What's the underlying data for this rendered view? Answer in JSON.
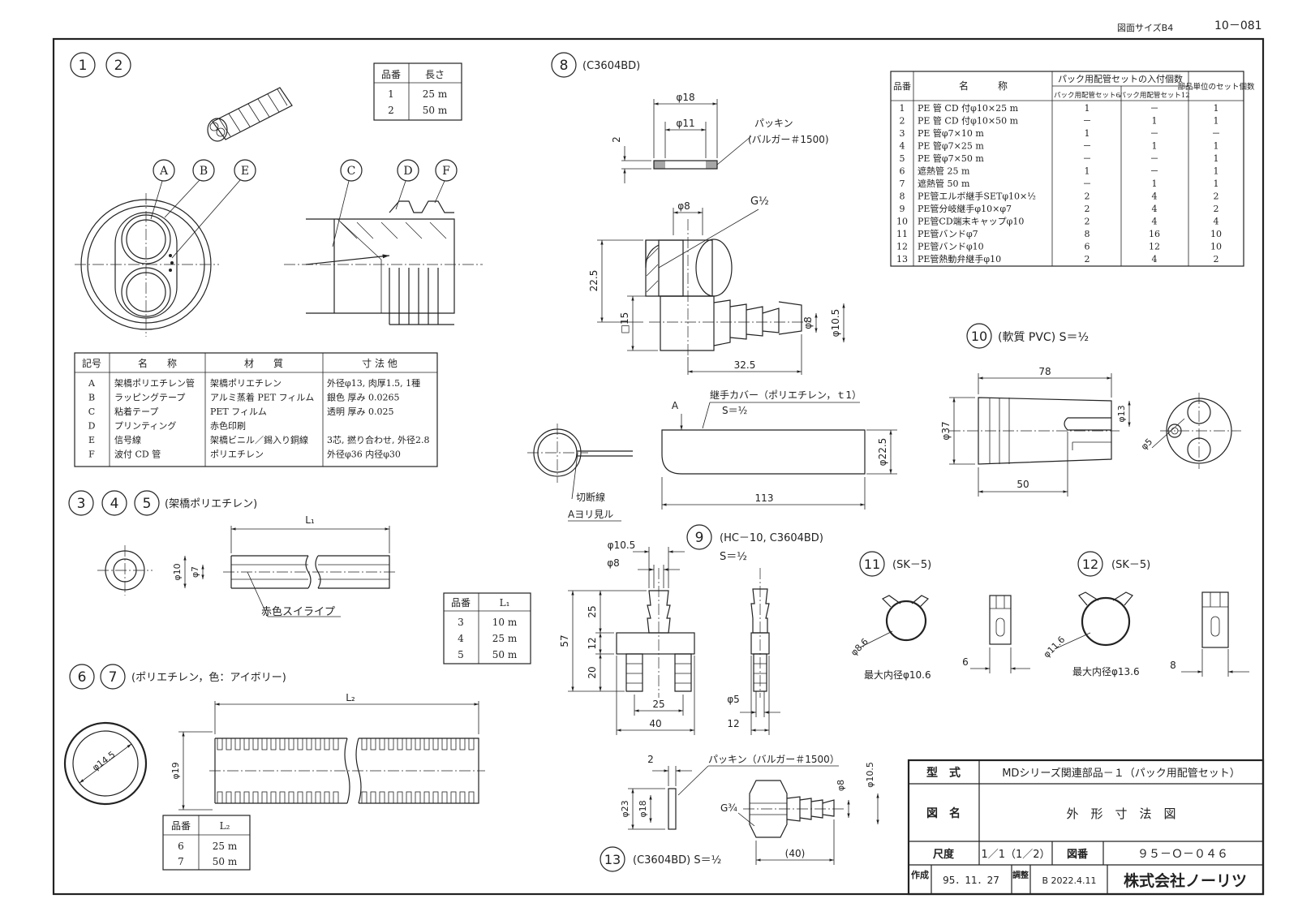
{
  "header": {
    "drawing_size": "図面サイズB4",
    "code": "10－081"
  },
  "parts": {
    "p1": {
      "num": "1"
    },
    "p2": {
      "num": "2"
    },
    "p3": {
      "num": "3"
    },
    "p4": {
      "num": "4"
    },
    "p5": {
      "num": "5",
      "note": "(架橋ポリエチレン)"
    },
    "p6": {
      "num": "6"
    },
    "p7": {
      "num": "7",
      "note": "(ポリエチレン，色：アイボリー)"
    },
    "p8": {
      "num": "8",
      "note": "(C3604BD)"
    },
    "p9": {
      "num": "9",
      "note": "(HC－10, C3604BD)",
      "scale": "S＝½"
    },
    "p10": {
      "num": "10",
      "note": "(軟質 PVC)  S＝½"
    },
    "p11": {
      "num": "11",
      "note": "(SK－5)"
    },
    "p12": {
      "num": "12",
      "note": "(SK－5)"
    },
    "p13": {
      "num": "13",
      "note": "(C3604BD)  S＝½"
    }
  },
  "callouts": {
    "A": "A",
    "B": "B",
    "C": "C",
    "D": "D",
    "E": "E",
    "F": "F"
  },
  "length_table_12": {
    "headers": [
      "品番",
      "長さ"
    ],
    "rows": [
      [
        "1",
        "25 m"
      ],
      [
        "2",
        "50 m"
      ]
    ]
  },
  "material_table": {
    "headers": [
      "記号",
      "名　　称",
      "材　　質",
      "寸 法 他"
    ],
    "rows": [
      [
        "A",
        "架橋ポリエチレン管",
        "架橋ポリエチレン",
        "外径φ13, 肉厚1.5, 1種"
      ],
      [
        "B",
        "ラッピングテープ",
        "アルミ蒸着 PET フィルム",
        "銀色  厚み 0.0265"
      ],
      [
        "C",
        "粘着テープ",
        "PET フィルム",
        "透明  厚み 0.025"
      ],
      [
        "D",
        "プリンティング",
        "赤色印刷",
        ""
      ],
      [
        "E",
        "信号線",
        "架橋ビニル／錫入り銅線",
        "3芯, 撚り合わせ, 外径2.8"
      ],
      [
        "F",
        "波付 CD 管",
        "ポリエチレン",
        "外径φ36   内径φ30"
      ]
    ]
  },
  "table_345": {
    "headers": [
      "品番",
      "L₁"
    ],
    "rows": [
      [
        "3",
        "10 m"
      ],
      [
        "4",
        "25 m"
      ],
      [
        "5",
        "50 m"
      ]
    ]
  },
  "table_67": {
    "headers": [
      "品番",
      "L₂"
    ],
    "rows": [
      [
        "6",
        "25 m"
      ],
      [
        "7",
        "50 m"
      ]
    ]
  },
  "set_table": {
    "h_no": "品番",
    "h_name": "名　　　称",
    "h_group": "パック用配管セットの入付個数",
    "h_set6": "パック用配管セット6",
    "h_set12": "パック用配管セット12",
    "h_unit": "部品単位のセット個数",
    "rows": [
      [
        "1",
        "PE 管 CD 付φ10×25 m",
        "1",
        "－",
        "1"
      ],
      [
        "2",
        "PE 管 CD 付φ10×50 m",
        "－",
        "1",
        "1"
      ],
      [
        "3",
        "PE 管φ7×10 m",
        "1",
        "－",
        "－"
      ],
      [
        "4",
        "PE 管φ7×25 m",
        "－",
        "1",
        "1"
      ],
      [
        "5",
        "PE 管φ7×50 m",
        "－",
        "－",
        "1"
      ],
      [
        "6",
        "遮熱管 25 m",
        "1",
        "－",
        "1"
      ],
      [
        "7",
        "遮熱管 50 m",
        "－",
        "1",
        "1"
      ],
      [
        "8",
        "PE管エルボ継手SETφ10×½",
        "2",
        "4",
        "2"
      ],
      [
        "9",
        "PE管分岐継手φ10×φ7",
        "2",
        "4",
        "2"
      ],
      [
        "10",
        "PE管CD端末キャップφ10",
        "2",
        "4",
        "4"
      ],
      [
        "11",
        "PE管バンドφ7",
        "8",
        "16",
        "10"
      ],
      [
        "12",
        "PE管バンドφ10",
        "6",
        "12",
        "10"
      ],
      [
        "13",
        "PE管熱動弁継手φ10",
        "2",
        "4",
        "2"
      ]
    ]
  },
  "labels": {
    "packing": "パッキン",
    "packing_spec": "(バルガー＃1500)",
    "packing_full": "パッキン（バルガー＃1500）",
    "joint_cover": "継手カバー（ポリエチレン，ｔ1）",
    "joint_cover_scale": "S＝½",
    "cut_line": "切断線",
    "view_a": "Aヨリ見ル",
    "arrow_a": "A",
    "red_stripe": "赤色スイライプ",
    "max_id_11": "最大内径φ10.6",
    "max_id_12": "最大内径φ13.6",
    "L1": "L₁",
    "L2": "L₂"
  },
  "dims": {
    "d18": "φ18",
    "d11": "φ11",
    "t2": "2",
    "d8a": "φ8",
    "g12": "G½",
    "h225": "22.5",
    "sq15": "□15",
    "d8b": "φ8",
    "d105": "φ10.5",
    "w325": "32.5",
    "d225": "φ22.5",
    "w113": "113",
    "w78": "78",
    "d13": "φ13",
    "d37": "φ37",
    "d5": "φ5",
    "w50": "50",
    "d10": "φ10",
    "d7": "φ7",
    "d145": "φ14.5",
    "d19": "φ19",
    "d105b": "φ10.5",
    "d8c": "φ8",
    "h25": "25",
    "h57": "57",
    "h12": "12",
    "h20": "20",
    "w25": "25",
    "w40": "40",
    "d5b": "φ5",
    "w12": "12",
    "d86": "φ8.6",
    "w6": "6",
    "d116": "φ11.6",
    "w8": "8",
    "w2": "2",
    "d23": "φ23",
    "d18b": "φ18",
    "g34": "G¾",
    "w40p": "(40)",
    "d8d": "φ8",
    "d105c": "φ10.5"
  },
  "title_block": {
    "model_label": "型　式",
    "model_value": "MDシリーズ関連部品－１（パック用配管セット）",
    "drawing_label": "図　名",
    "drawing_value": "外　形　寸　法　図",
    "scale_label": "尺度",
    "scale_value": "1／1（1／2）",
    "number_label": "図番",
    "number_value": "９５－Ｏ－０４６",
    "made_label": "作成",
    "made_value": "95．11．27",
    "adjust_label": "調整",
    "adjust_value": "B 2022.4.11",
    "company": "株式会社ノーリツ"
  }
}
